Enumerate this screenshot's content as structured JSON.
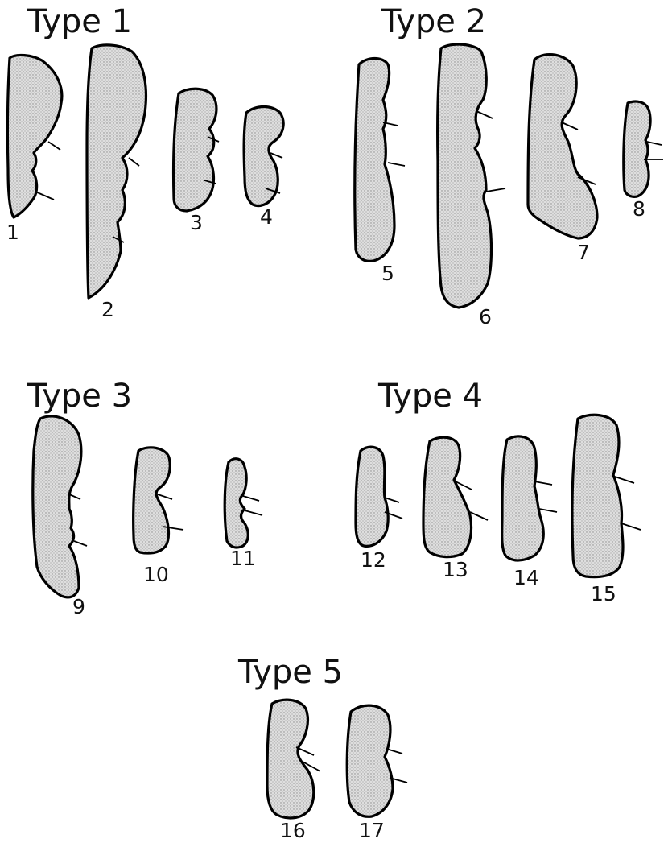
{
  "figure": {
    "ink_color": "#000000",
    "fill_style": "stippled light gray",
    "fill_color": "#c8c8c8",
    "groups": [
      {
        "heading": "Type 1",
        "items": [
          "1",
          "2",
          "3",
          "4"
        ]
      },
      {
        "heading": "Type 2",
        "items": [
          "5",
          "6",
          "7",
          "8"
        ]
      },
      {
        "heading": "Type 3",
        "items": [
          "9",
          "10",
          "11"
        ]
      },
      {
        "heading": "Type 4",
        "items": [
          "12",
          "13",
          "14",
          "15"
        ]
      },
      {
        "heading": "Type 5",
        "items": [
          "16",
          "17"
        ]
      }
    ]
  }
}
